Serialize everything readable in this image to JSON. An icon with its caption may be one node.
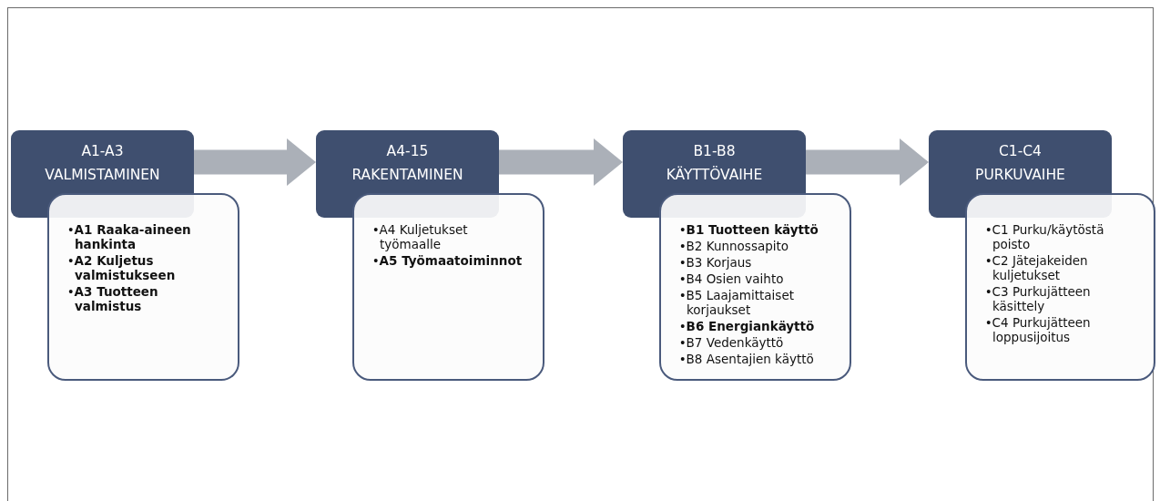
{
  "diagram": {
    "nodes": [
      {
        "text": [
          "A1-A3",
          "VALMISTAMINEN"
        ]
      },
      {
        "text": [
          "•**A1 Raaka-aineen hankinta**",
          "•**A2 Kuljetus valmistukseen**",
          "•**A3 Tuotteen valmistus**"
        ]
      },
      {
        "text": [
          "A4-15",
          "RAKENTAMINEN"
        ]
      },
      {
        "text": [
          "•A4 Kuljetukset työmaalle",
          "•**A5 Työmaatoiminnot**"
        ]
      },
      {
        "text": [
          "B1-B8",
          "KÄYTTÖVAIHE"
        ]
      },
      {
        "text": [
          "•**B1 Tuotteen käyttö**",
          "•B2 Kunnossapito",
          "•B3 Korjaus",
          "•B4 Osien vaihto",
          "•B5 Laajamittaiset korjaukset",
          "•**B6 Energiankäyttö**",
          "•B7 Vedenkäyttö",
          "•B8 Asentajien käyttö"
        ]
      },
      {
        "text": [
          "C1-C4",
          "PURKUVAIHE"
        ]
      },
      {
        "text": [
          "•C1 Purku/käytöstä poisto",
          "•C2 Jätejakeiden kuljetukset",
          "•C3 Purkujätteen käsittely",
          "•C4 Purkujätteen loppusijoitus"
        ]
      }
    ],
    "edges": [
      {
        "from": 0,
        "to": 2,
        "arrow": "to"
      },
      {
        "from": 2,
        "to": 4,
        "arrow": "to"
      },
      {
        "from": 4,
        "to": 6,
        "arrow": "to"
      }
    ]
  }
}
